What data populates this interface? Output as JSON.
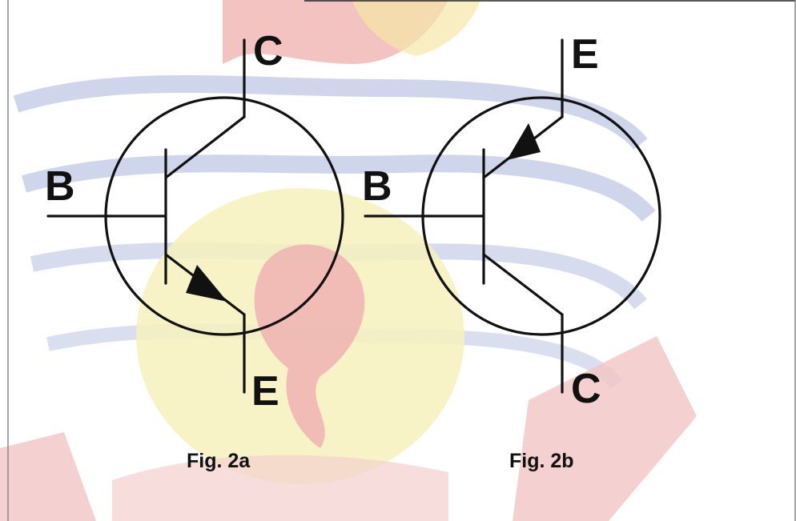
{
  "diagram": {
    "colors": {
      "ink": "#111111",
      "watermark_red": "#e8a7a4",
      "watermark_blue": "#c9cfe6",
      "watermark_yellow": "#f4efb4",
      "frame": "#222222"
    },
    "fig_a": {
      "caption": "Fig. 2a",
      "labels": {
        "collector": "C",
        "base": "B",
        "emitter": "E"
      },
      "arrow_direction": "outward on emitter"
    },
    "fig_b": {
      "caption": "Fig. 2b",
      "labels": {
        "emitter": "E",
        "base": "B",
        "collector": "C"
      },
      "arrow_direction": "inward on emitter"
    }
  }
}
